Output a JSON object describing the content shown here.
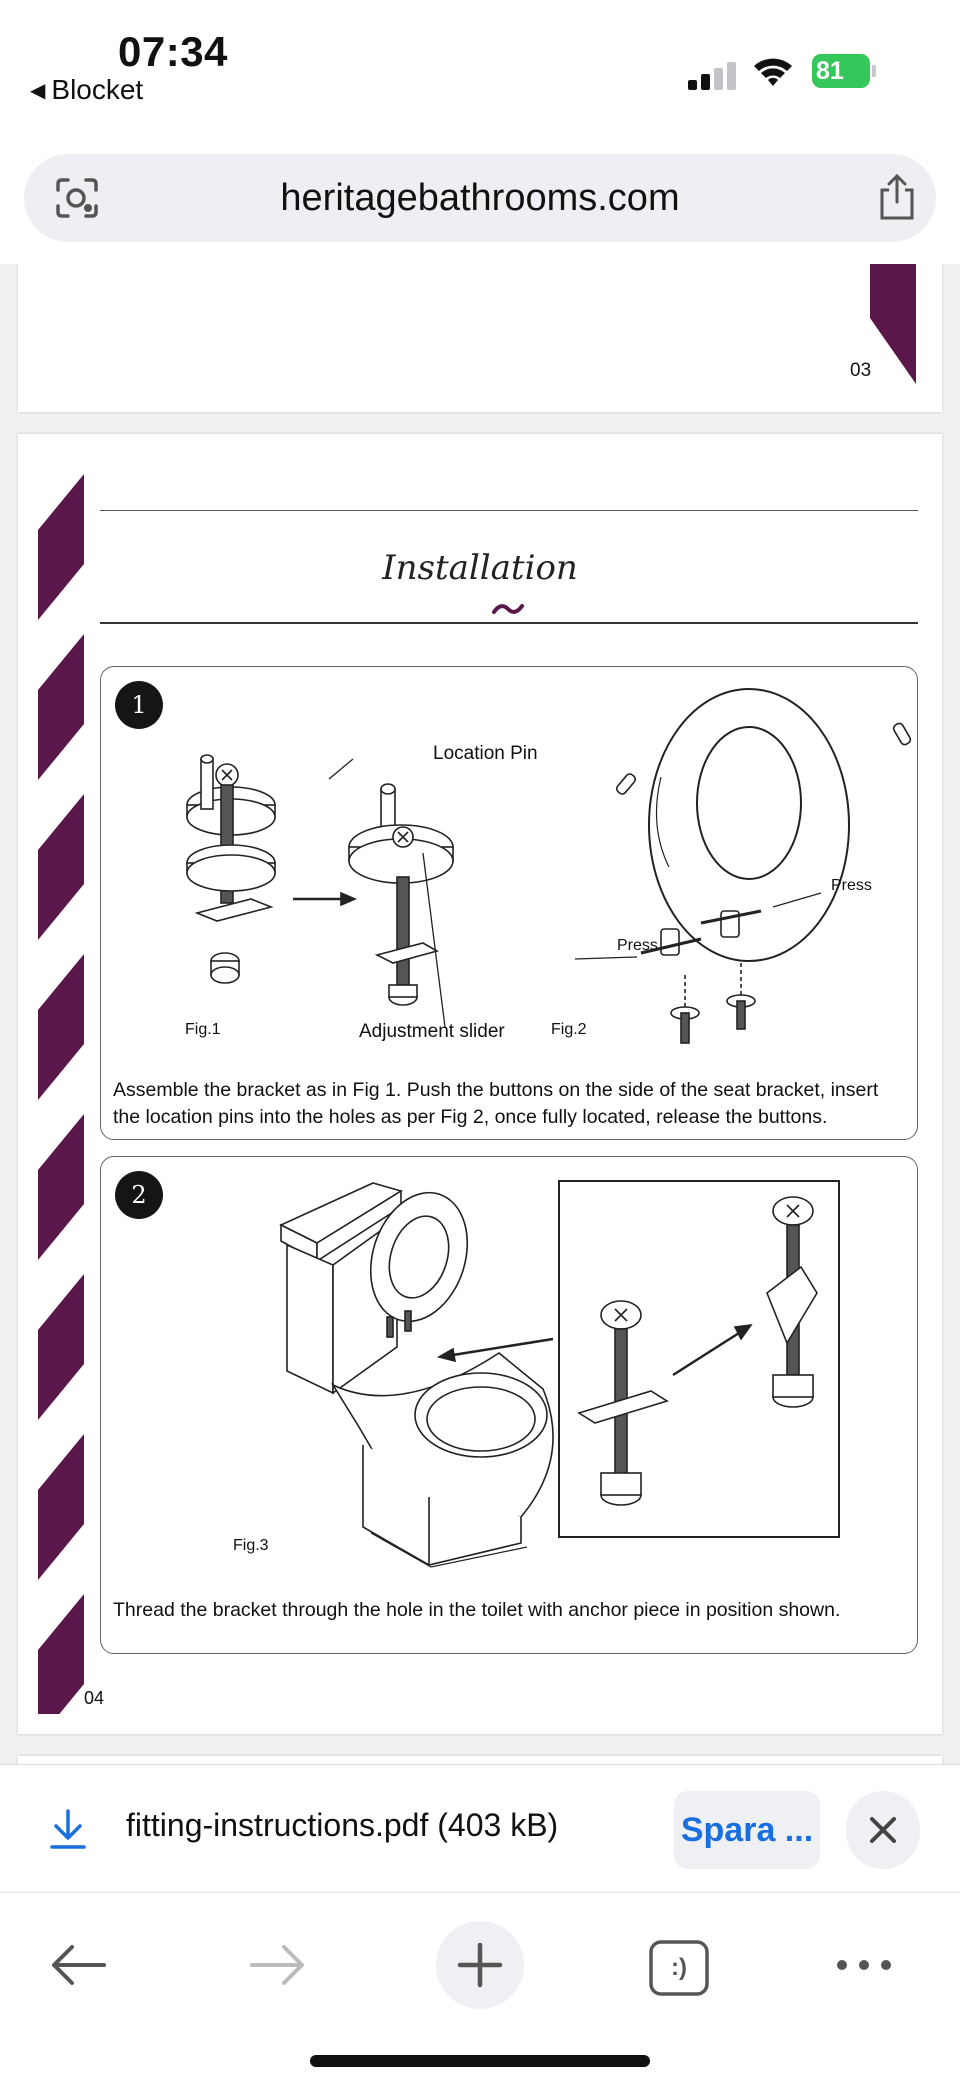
{
  "status_bar": {
    "time": "07:34",
    "back_app": "Blocket",
    "battery_percent": "81",
    "icons": [
      "signal-icon",
      "wifi-icon",
      "battery-charging-icon"
    ]
  },
  "browser": {
    "url": "heritagebathrooms.com",
    "icons": [
      "camera-lens-icon",
      "share-icon"
    ]
  },
  "document": {
    "prev_page_number": "03",
    "section_title": "Installation",
    "page_number": "04",
    "accent_color": "#5a1749",
    "steps": [
      {
        "number": "1",
        "labels": {
          "location_pin": "Location Pin",
          "adjustment_slider": "Adjustment slider",
          "fig1": "Fig.1",
          "fig2": "Fig.2",
          "press_left": "Press",
          "press_right": "Press"
        },
        "text": "Assemble the bracket as in Fig 1. Push the buttons on the side of the seat bracket, insert the location pins into the holes as per Fig 2, once fully located, release the buttons."
      },
      {
        "number": "2",
        "labels": {
          "fig3": "Fig.3"
        },
        "text": "Thread the bracket through the hole in the toilet with anchor piece in position shown."
      }
    ]
  },
  "download": {
    "filename": "fitting-instructions.pdf (403 kB)",
    "save_label": "Spara ...",
    "icons": [
      "download-arrow-icon",
      "close-icon"
    ]
  },
  "toolbar": {
    "icons": [
      "back-arrow-icon",
      "forward-arrow-icon",
      "plus-icon",
      "tabs-icon",
      "more-icon"
    ],
    "tabs_glyph": ":)"
  }
}
